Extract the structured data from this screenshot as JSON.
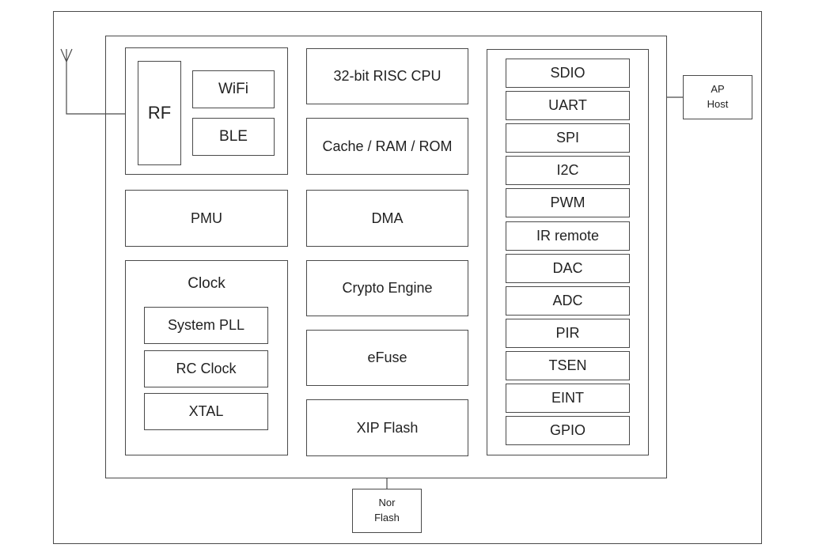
{
  "soc": {
    "rf_block": {
      "rf": "RF",
      "wifi": "WiFi",
      "ble": "BLE"
    },
    "cpu": "32-bit RISC CPU",
    "memory": "Cache / RAM / ROM",
    "pmu": "PMU",
    "dma": "DMA",
    "clock": {
      "title": "Clock",
      "items": [
        "System PLL",
        "RC Clock",
        "XTAL"
      ]
    },
    "crypto": "Crypto Engine",
    "efuse": "eFuse",
    "xip_flash": "XIP Flash",
    "peripherals": [
      "SDIO",
      "UART",
      "SPI",
      "I2C",
      "PWM",
      "IR remote",
      "DAC",
      "ADC",
      "PIR",
      "TSEN",
      "EINT",
      "GPIO"
    ]
  },
  "external": {
    "ap_host": [
      "AP",
      "Host"
    ],
    "nor_flash": [
      "Nor",
      "Flash"
    ]
  }
}
